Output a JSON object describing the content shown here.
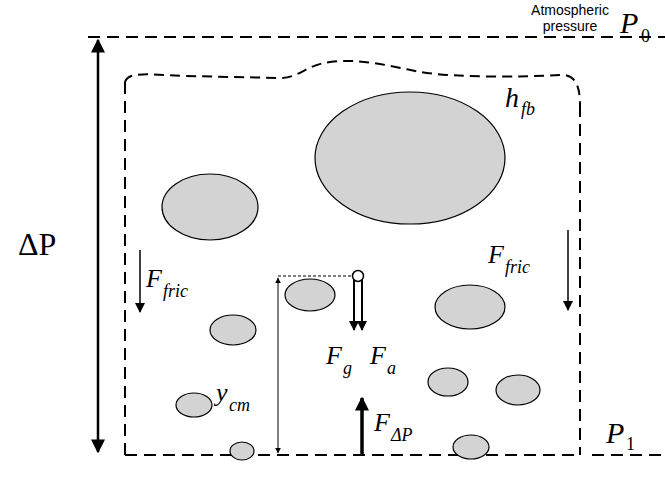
{
  "diagram": {
    "labels": [
      "Atmospheric pressure",
      "P",
      "0",
      "h",
      "fb",
      "ΔP",
      "F",
      "fric",
      "F",
      "fric",
      "y",
      "cm",
      "F",
      "g",
      "F",
      "a",
      "F",
      "ΔP",
      "P",
      "1"
    ]
  }
}
